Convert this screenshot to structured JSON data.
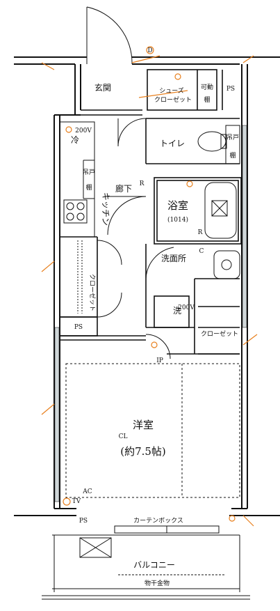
{
  "rooms": {
    "entrance": "玄関",
    "shoe_closet_1": "シューズ",
    "shoe_closet_2": "クローゼット",
    "adjustable_shelf_1": "可動",
    "adjustable_shelf_2": "棚",
    "ps_top": "PS",
    "toilet": "トイレ",
    "toilet_shelf_1": "吊戸",
    "toilet_shelf_2": "棚",
    "fridge": "冷",
    "kitchen_cabinet_1": "吊戸",
    "kitchen_cabinet_2": "棚",
    "kitchen": "キッチン",
    "corridor": "廊下",
    "bathroom": "浴室",
    "bath_size": "(1014)",
    "washroom": "洗面所",
    "washer": "洗",
    "closet_left": "クローゼット",
    "closet_right": "クローゼット",
    "ps_mid": "PS",
    "ps_bottom": "PS",
    "western_room": "洋室",
    "western_room_size": "(約7.5帖)",
    "curtain_box": "カーテンボックス",
    "balcony": "バルコニー",
    "drying_hardware": "物干金物"
  },
  "symbols": {
    "door_ip": "IP",
    "ac": "AC",
    "tv": "TV",
    "fridge_outlet": "200V",
    "wash_outlet": "200V",
    "d_mark": "D",
    "r_mark_1": "R",
    "r_mark_2": "R",
    "c_mark": "C",
    "cl_mark": "CL"
  },
  "colors": {
    "wall": "#111111",
    "accent": "#e8801e",
    "glass": "#cfd6d8"
  }
}
